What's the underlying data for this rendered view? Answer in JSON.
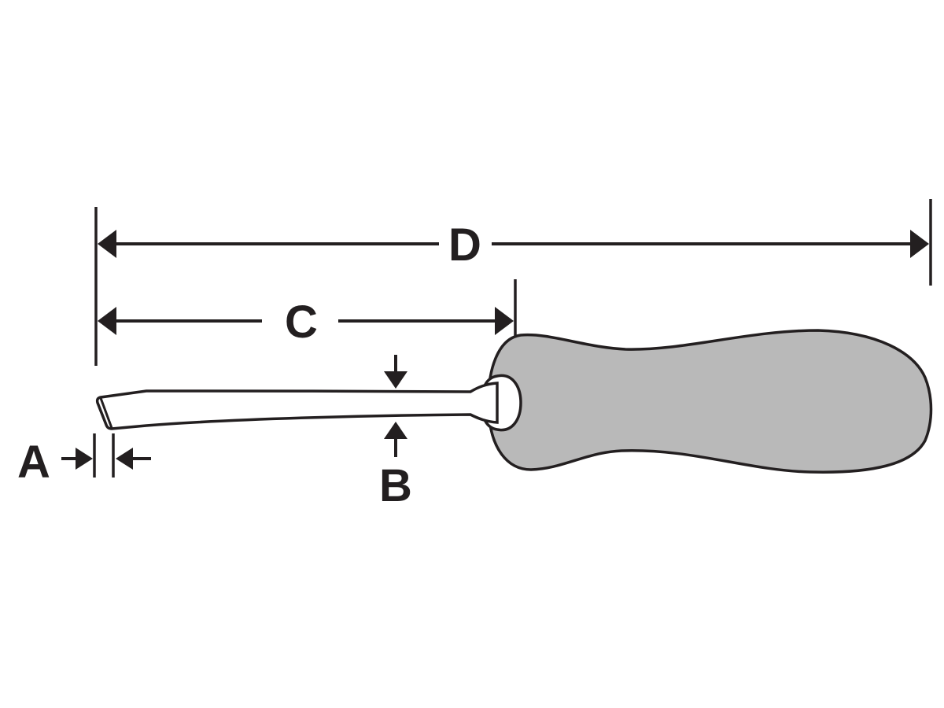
{
  "labels": {
    "a": "A",
    "b": "B",
    "c": "C",
    "d": "D"
  },
  "colors": {
    "ink": "#231f20",
    "handle_fill": "#b9b9b9",
    "background": "#ffffff"
  }
}
